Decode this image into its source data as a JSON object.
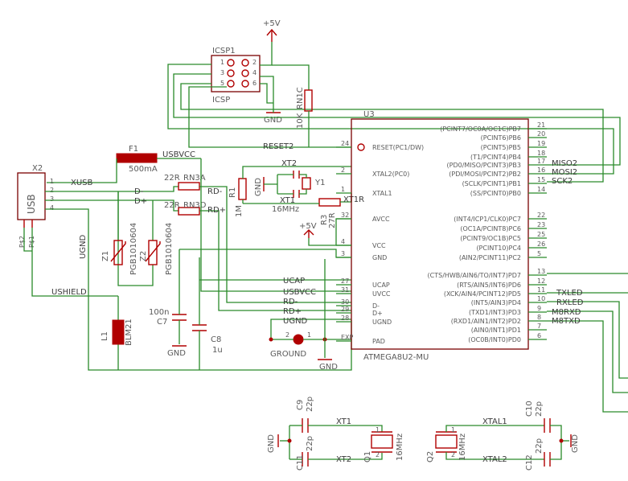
{
  "supplies": {
    "p5v": "+5V",
    "gnd": "GND"
  },
  "icsp": {
    "ref": "ICSP1",
    "value": "ICSP",
    "pins": [
      "1",
      "2",
      "3",
      "4",
      "5",
      "6"
    ]
  },
  "rn1c": {
    "ref": "RN1C",
    "value": "10K"
  },
  "reset_net": "RESET2",
  "f1": {
    "ref": "F1",
    "value": "500mA"
  },
  "usbvcc": "USBVCC",
  "x2": {
    "ref": "X2",
    "value": "USB",
    "pins": [
      "1",
      "2",
      "3",
      "4"
    ],
    "shield_labels": [
      "P$2",
      "P$1"
    ]
  },
  "nets": {
    "xusb": "XUSB",
    "dminus": "D-",
    "dplus": "D+",
    "ugnd": "UGND",
    "ushield": "USHIELD",
    "rd_minus": "RD-",
    "rd_plus": "RD+",
    "xt1": "XT1",
    "xt2": "XT2",
    "xt1r": "XT1R",
    "miso2": "MISO2",
    "mosi2": "MOSI2",
    "sck2": "SCK2",
    "txled": "TXLED",
    "rxled": "RXLED",
    "m8rxd": "M8RXD",
    "m8txd": "M8TXD",
    "ucap": "UCAP",
    "usbvcc": "USBVCC",
    "rdm": "RD-",
    "rdp": "RD+"
  },
  "rn3a": {
    "value": "22R",
    "ref": "RN3A"
  },
  "rn3d": {
    "value": "22R",
    "ref": "RN3D"
  },
  "r1": {
    "ref": "R1",
    "value": "1M"
  },
  "y1": {
    "ref": "Y1",
    "value": "16MHz"
  },
  "r3": {
    "ref": "R3",
    "value": "27R"
  },
  "z1": {
    "ref": "Z1",
    "value": "PGB1010604"
  },
  "z2": {
    "ref": "Z2",
    "value": "PGB1010604"
  },
  "c7": {
    "ref": "C7",
    "value": "100n"
  },
  "c8": {
    "ref": "C8",
    "value": "1u"
  },
  "l1": {
    "ref": "L1",
    "value": "BLM21"
  },
  "ground_jumper": {
    "label": "GROUND",
    "pins": [
      "2",
      "1"
    ]
  },
  "u3": {
    "ref": "U3",
    "value": "ATMEGA8U2-MU",
    "left_pins": [
      {
        "num": "24",
        "name": "RESET(PC1/DW)"
      },
      {
        "num": "2",
        "name": "XTAL2(PC0)"
      },
      {
        "num": "1",
        "name": "XTAL1"
      },
      {
        "num": "32",
        "name": "AVCC"
      },
      {
        "num": "4",
        "name": "VCC"
      },
      {
        "num": "3",
        "name": "GND"
      },
      {
        "num": "27",
        "name": "UCAP"
      },
      {
        "num": "31",
        "name": "UVCC"
      },
      {
        "num": "30",
        "name": "D-"
      },
      {
        "num": "29",
        "name": "D+"
      },
      {
        "num": "28",
        "name": "UGND"
      },
      {
        "num": "EXP",
        "name": "PAD"
      }
    ],
    "right_pins": [
      {
        "num": "21",
        "name": "(PCINT7/OC0A/OC1C)PB7"
      },
      {
        "num": "20",
        "name": "(PCINT6)PB6"
      },
      {
        "num": "19",
        "name": "(PCINT5)PB5"
      },
      {
        "num": "18",
        "name": "(T1/PCINT4)PB4"
      },
      {
        "num": "17",
        "name": "(PD0/MISO/PCINT3)PB3"
      },
      {
        "num": "16",
        "name": "(PDI/MOSI/PCINT2)PB2"
      },
      {
        "num": "15",
        "name": "(SCLK/PCINT1)PB1"
      },
      {
        "num": "14",
        "name": "(SS/PCINT0)PB0"
      },
      {
        "num": "22",
        "name": "(INT4/ICP1/CLK0)PC7"
      },
      {
        "num": "23",
        "name": "(OC1A/PCINT8)PC6"
      },
      {
        "num": "25",
        "name": "(PCINT9/OC1B)PC5"
      },
      {
        "num": "26",
        "name": "(PCINT10)PC4"
      },
      {
        "num": "5",
        "name": "(AIN2/PCINT11)PC2"
      },
      {
        "num": "13",
        "name": "(CTS/HWB/AIN6/TO/INT7)PD7"
      },
      {
        "num": "12",
        "name": "(RTS/AIN5/INT6)PD6"
      },
      {
        "num": "11",
        "name": "(XCK/AIN4/PCINT12)PD5"
      },
      {
        "num": "10",
        "name": "(INT5/AIN3)PD4"
      },
      {
        "num": "9",
        "name": "(TXD1/INT3)PD3"
      },
      {
        "num": "8",
        "name": "(RXD1/AIN1/INT2)PD2"
      },
      {
        "num": "7",
        "name": "(AIN0/INT1)PD1"
      },
      {
        "num": "6",
        "name": "(OC0B/INT0)PD0"
      }
    ]
  },
  "crystal_left": {
    "c9": {
      "ref": "C9",
      "value": "22p"
    },
    "c11": {
      "ref": "C11",
      "value": "22p"
    },
    "q1": {
      "ref": "Q1",
      "value": "16MHz"
    },
    "xt1": "XT1",
    "xt2": "XT2",
    "gnd": "GND",
    "pins": [
      "1",
      "2"
    ]
  },
  "crystal_right": {
    "c10": {
      "ref": "C10",
      "value": "22p"
    },
    "c12": {
      "ref": "C12",
      "value": "22p"
    },
    "q2": {
      "ref": "Q2",
      "value": "16MHz"
    },
    "xtal1": "XTAL1",
    "xtal2": "XTAL2",
    "gnd": "GND",
    "pins": [
      "1",
      "2"
    ]
  }
}
